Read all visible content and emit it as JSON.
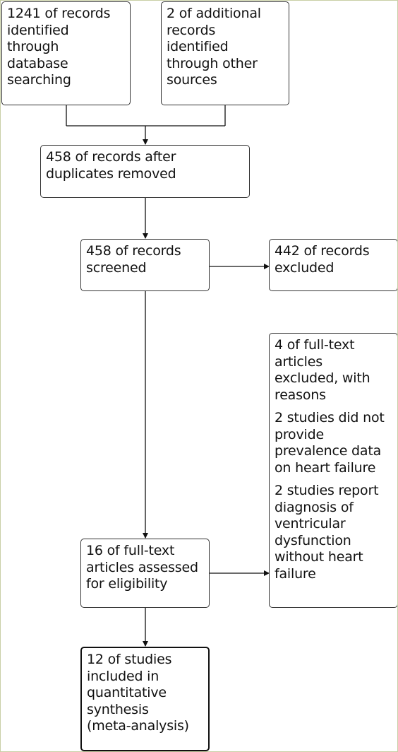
{
  "boxes": {
    "db_search": "1241 of records\nidentified\nthrough\ndatabase\nsearching",
    "other_sources": "2 of additional\nrecords\nidentified\nthrough other\nsources",
    "after_duplicates": "458 of records after\nduplicates removed",
    "screened": "458 of records\nscreened",
    "excluded": "442 of records\nexcluded",
    "fulltext_excluded": {
      "heading": "4 of full-text\narticles\nexcluded, with\nreasons",
      "reason1": "2 studies did not\nprovide\nprevalence data\non heart failure",
      "reason2": "2 studies report\ndiagnosis of\nventricular\ndysfunction\nwithout heart\nfailure"
    },
    "assessed": "16 of full-text\narticles assessed\nfor eligibility",
    "included": "12 of studies\nincluded in\nquantitative\nsynthesis\n(meta-analysis)"
  },
  "colors": {
    "line": "#111111",
    "frame": "#c9cfa6"
  }
}
